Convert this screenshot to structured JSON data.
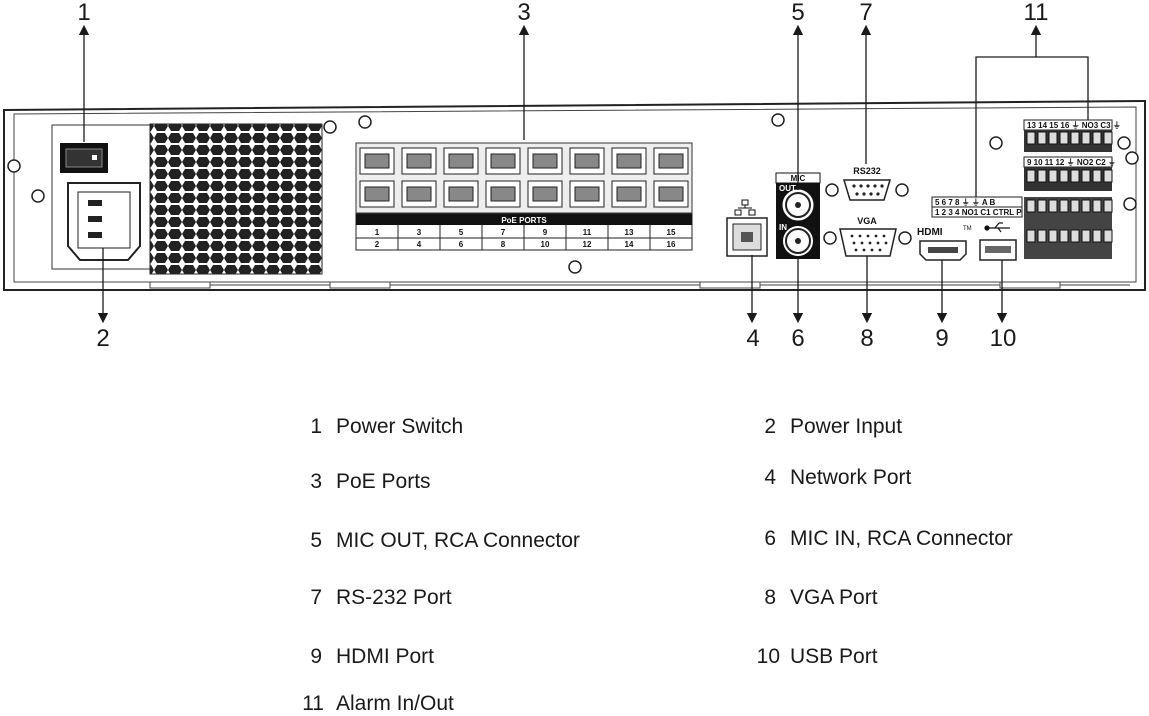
{
  "callouts": [
    "1",
    "2",
    "3",
    "4",
    "5",
    "6",
    "7",
    "8",
    "9",
    "10",
    "11"
  ],
  "panel": {
    "poe_title": "PoE PORTS",
    "poe_top": [
      "1",
      "3",
      "5",
      "7",
      "9",
      "11",
      "13",
      "15"
    ],
    "poe_bottom": [
      "2",
      "4",
      "6",
      "8",
      "10",
      "12",
      "14",
      "16"
    ],
    "mic": "MIC",
    "out": "OUT",
    "in": "IN",
    "rs232": "RS232",
    "vga": "VGA",
    "hdmi": "HDMI",
    "tm": "TM",
    "alarm_top_1": "13  14  15  16  ⏚  NO3 C3  ⏚",
    "alarm_top_2": "9  10  11  12  ⏚  NO2 C2  ⏚",
    "alarm_left_1": "5  6  7  8  ⏚  ⏚  A  B",
    "alarm_left_2": "1  2  3  4  NO1 C1 CTRL  P"
  },
  "legend": [
    {
      "num": "1",
      "label": "Power Switch"
    },
    {
      "num": "2",
      "label": "Power Input"
    },
    {
      "num": "3",
      "label": "PoE Ports"
    },
    {
      "num": "4",
      "label": "Network Port"
    },
    {
      "num": "5",
      "label": "MIC OUT, RCA Connector"
    },
    {
      "num": "6",
      "label": "MIC IN, RCA Connector"
    },
    {
      "num": "7",
      "label": "RS-232 Port"
    },
    {
      "num": "8",
      "label": "VGA Port"
    },
    {
      "num": "9",
      "label": "HDMI Port"
    },
    {
      "num": "10",
      "label": "USB Port"
    },
    {
      "num": "11",
      "label": "Alarm In/Out"
    }
  ]
}
